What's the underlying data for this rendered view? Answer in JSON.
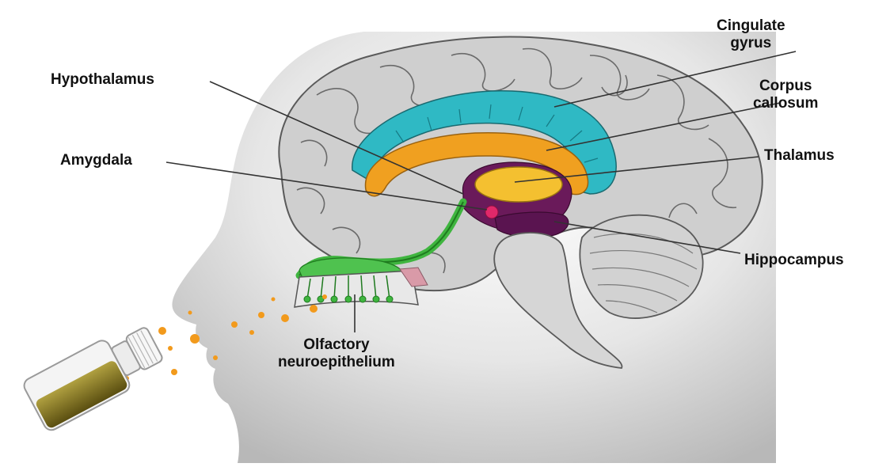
{
  "labels": {
    "cingulate_gyrus": [
      "Cingulate",
      "gyrus"
    ],
    "hypothalamus": "Hypothalamus",
    "corpus_callosum": [
      "Corpus",
      "callosum"
    ],
    "amygdala": "Amygdala",
    "thalamus": "Thalamus",
    "hippocampus": "Hippocampus",
    "olfactory": [
      "Olfactory",
      "neuroepithelium"
    ]
  },
  "colors": {
    "cortex": "#cfcfcf",
    "cortex_line": "#5a5a5a",
    "cingulate": "#2fb9c4",
    "corpus_callosum": "#f0a020",
    "thalamus": "#f4c030",
    "hypothalamus": "#6a1a5a",
    "amygdala": "#e0286a",
    "olfactory": "#3fb53f",
    "droplets": "#f29a1c",
    "oil": "#8a7a1a",
    "head": "#dcdcdc"
  }
}
